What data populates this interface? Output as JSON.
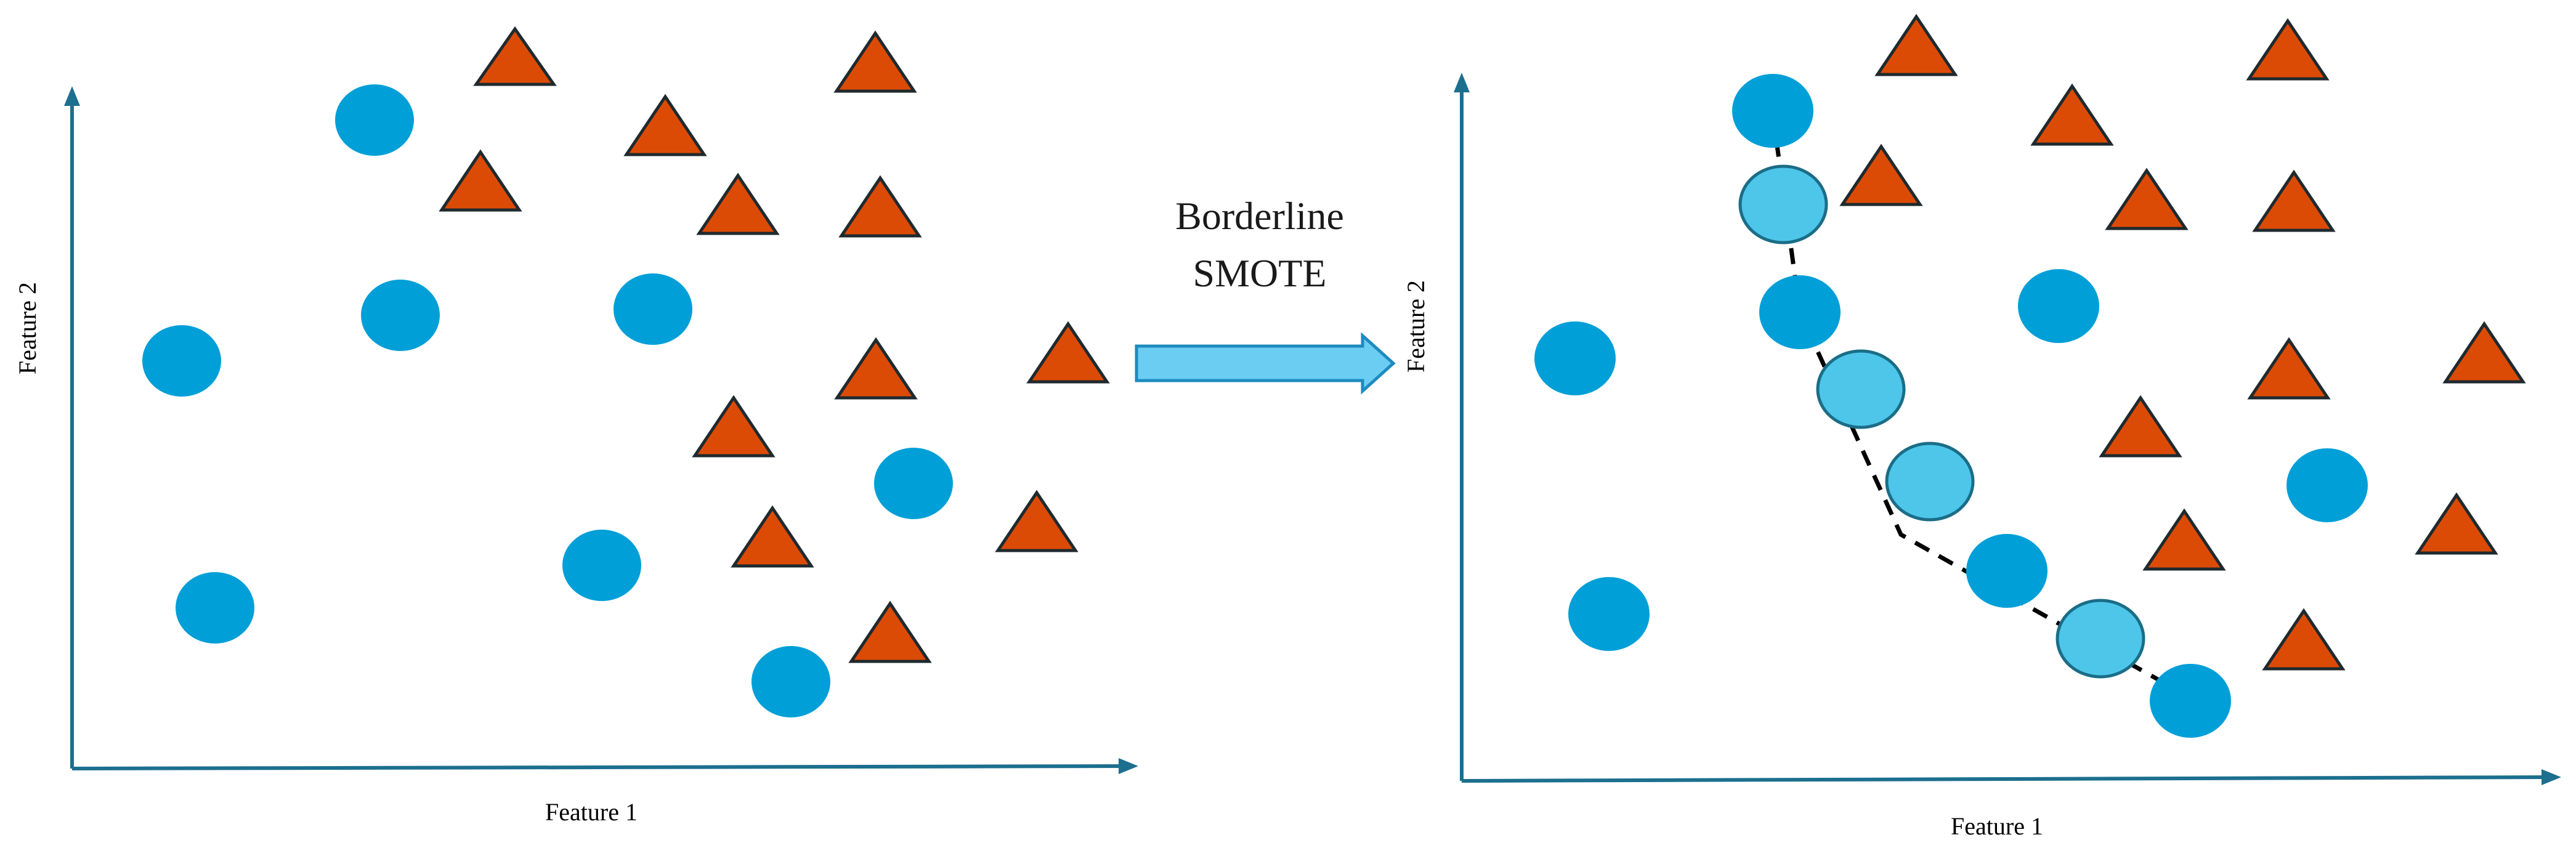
{
  "panels": {
    "before": {
      "x_axis_label": "Feature 1",
      "y_axis_label": "Feature 2"
    },
    "after": {
      "x_axis_label": "Feature 1",
      "y_axis_label": "Feature 2"
    }
  },
  "transition": {
    "line1": "Borderline",
    "line2": "SMOTE"
  },
  "colors": {
    "minority_class": "#009fd8",
    "majority_class": "#dc4b06",
    "synthetic_sample": "#4dc6ea",
    "axis": "#1c6f8e",
    "arrow": "#6ccdf2"
  }
}
